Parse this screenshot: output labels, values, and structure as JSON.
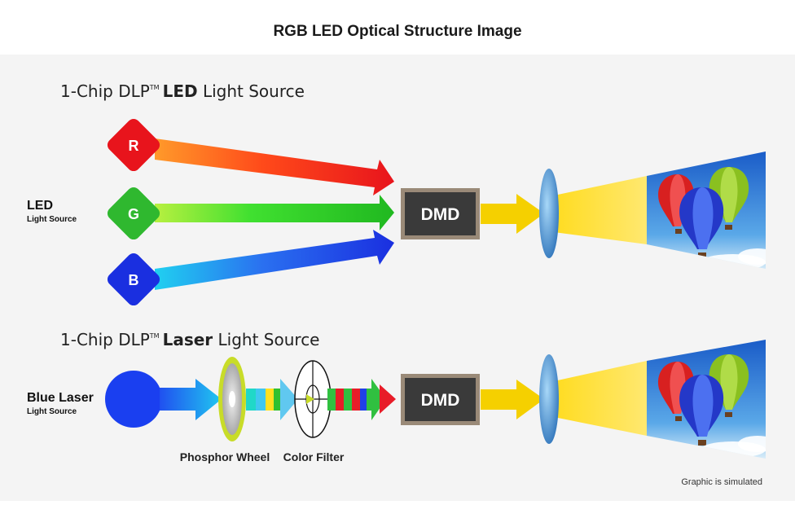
{
  "title": "RGB LED Optical Structure Image",
  "led_section": {
    "heading_prefix": "1-Chip DLP",
    "heading_tm": "TM",
    "heading_bold": "LED",
    "heading_suffix": " Light Source",
    "source_label": "LED",
    "source_sublabel": "Light Source",
    "diamonds": [
      {
        "label": "R",
        "color": "#e8141c"
      },
      {
        "label": "G",
        "color": "#2fb82f"
      },
      {
        "label": "B",
        "color": "#1a2fe0"
      }
    ],
    "dmd_label": "DMD"
  },
  "laser_section": {
    "heading_prefix": "1-Chip DLP",
    "heading_tm": "TM",
    "heading_bold": "Laser",
    "heading_suffix": " Light Source",
    "source_label": "Blue Laser",
    "source_sublabel": "Light Source",
    "phosphor_label": "Phosphor Wheel",
    "filter_label": "Color Filter",
    "dmd_label": "DMD"
  },
  "footnote": "Graphic is simulated",
  "colors": {
    "panel_bg": "#f4f4f4",
    "red": "#e8141c",
    "green": "#2fb82f",
    "blue": "#1a2fe0",
    "yellow": "#f5d000",
    "dmd_fill": "#3a3a3a",
    "dmd_border": "#9a8a78",
    "lens": "#3a86c8"
  }
}
